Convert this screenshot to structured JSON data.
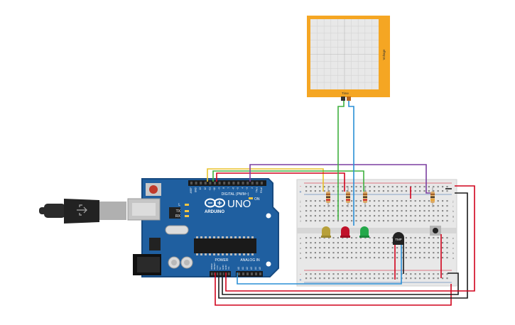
{
  "oscilloscope": {
    "y_label": "Voltage",
    "x_label": "Time"
  },
  "arduino": {
    "brand": "ARDUINO",
    "model": "UNO",
    "digital_label": "DIGITAL (PWM~)",
    "power_label": "POWER",
    "analog_label": "ANALOG IN",
    "on_label": "ON",
    "led_labels": [
      "L",
      "TX",
      "RX"
    ],
    "top_pins": [
      "AREF",
      "GND",
      "13",
      "12",
      "~11",
      "~10",
      "~9",
      "8",
      "7",
      "~6",
      "~5",
      "4",
      "~3",
      "2",
      "TX▸1",
      "RX◂0"
    ],
    "power_pins": [
      "IOREF",
      "RESET",
      "3.3V",
      "5V",
      "GND",
      "GND",
      "Vin"
    ],
    "analog_pins": [
      "A0",
      "A1",
      "A2",
      "A3",
      "A4",
      "A5"
    ]
  },
  "breadboard": {
    "row_letters_top": [
      "j",
      "i",
      "h",
      "g",
      "f"
    ],
    "row_letters_bottom": [
      "e",
      "d",
      "c",
      "b",
      "a"
    ],
    "rail_signs": [
      "-",
      "+"
    ]
  },
  "sensor": {
    "label": "TMP"
  },
  "colors": {
    "board": "#1f5fa0",
    "board_dark": "#174a80",
    "oscilloscope_frame": "#f5a623",
    "wire_red": "#d0021b",
    "wire_black": "#1a1a1a",
    "wire_green": "#3fb13f",
    "wire_blue": "#2a8fd6",
    "wire_yellow": "#e8c22a",
    "wire_purple": "#7b3fa0",
    "led_red": "#c0122a",
    "led_green": "#24a84a",
    "led_yellow": "#b7a03a"
  }
}
